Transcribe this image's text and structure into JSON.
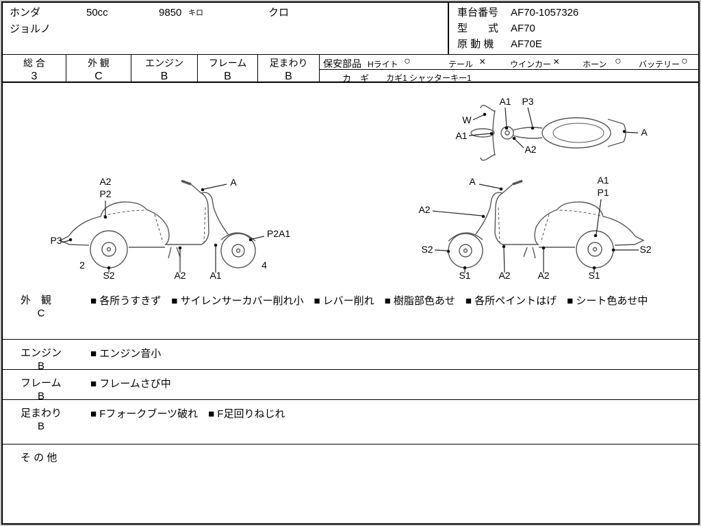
{
  "header": {
    "maker": "ホンダ",
    "model": "ジョルノ",
    "displacement": "50cc",
    "mileage": "9850",
    "mileage_unit": "キロ",
    "color": "クロ",
    "chassis_label": "車台番号",
    "chassis_value": "AF70-1057326",
    "model_code_label": "型　　式",
    "model_code_value": "AF70",
    "engine_code_label": "原 動 機",
    "engine_code_value": "AF70E"
  },
  "ratings": [
    {
      "label": "総 合",
      "value": "3"
    },
    {
      "label": "外 観",
      "value": "C"
    },
    {
      "label": "エンジン",
      "value": "B"
    },
    {
      "label": "フレーム",
      "value": "B"
    },
    {
      "label": "足まわり",
      "value": "B"
    }
  ],
  "safety_parts": {
    "title": "保安部品",
    "items": [
      {
        "label": "Hライト",
        "mark": "○"
      },
      {
        "label": "テール",
        "mark": "×"
      },
      {
        "label": "ウインカー",
        "mark": "×"
      },
      {
        "label": "ホーン",
        "mark": "○"
      },
      {
        "label": "バッテリー",
        "mark": "○"
      }
    ],
    "key_label": "カ　ギ",
    "key_value": "カギ1 シャッターキー1"
  },
  "diagram": {
    "top_view": {
      "labels": [
        "A1",
        "P3",
        "W",
        "A1",
        "A2",
        "A"
      ]
    },
    "left_view": {
      "labels": [
        "A2",
        "P2",
        "A",
        "P3",
        "2",
        "S2",
        "A2",
        "A1",
        "P2A1",
        "4"
      ]
    },
    "right_view": {
      "labels": [
        "A",
        "A1",
        "P1",
        "A2",
        "S2",
        "S1",
        "A2",
        "A2",
        "S1",
        "S2"
      ]
    }
  },
  "notes": [
    {
      "label": "外　観",
      "grade": "C",
      "text": "■ 各所うすきず　■ サイレンサーカバー削れ小　■ レバー削れ　■ 樹脂部色あせ　■ 各所ペイントはげ　■ シート色あせ中"
    },
    {
      "label": "エンジン",
      "grade": "B",
      "text": "■ エンジン音小"
    },
    {
      "label": "フレーム",
      "grade": "B",
      "text": "■ フレームさび中"
    },
    {
      "label": "足まわり",
      "grade": "B",
      "text": "■ Fフォークブーツ破れ　■ F足回りねじれ"
    },
    {
      "label": "そ の 他",
      "grade": "",
      "text": ""
    }
  ]
}
